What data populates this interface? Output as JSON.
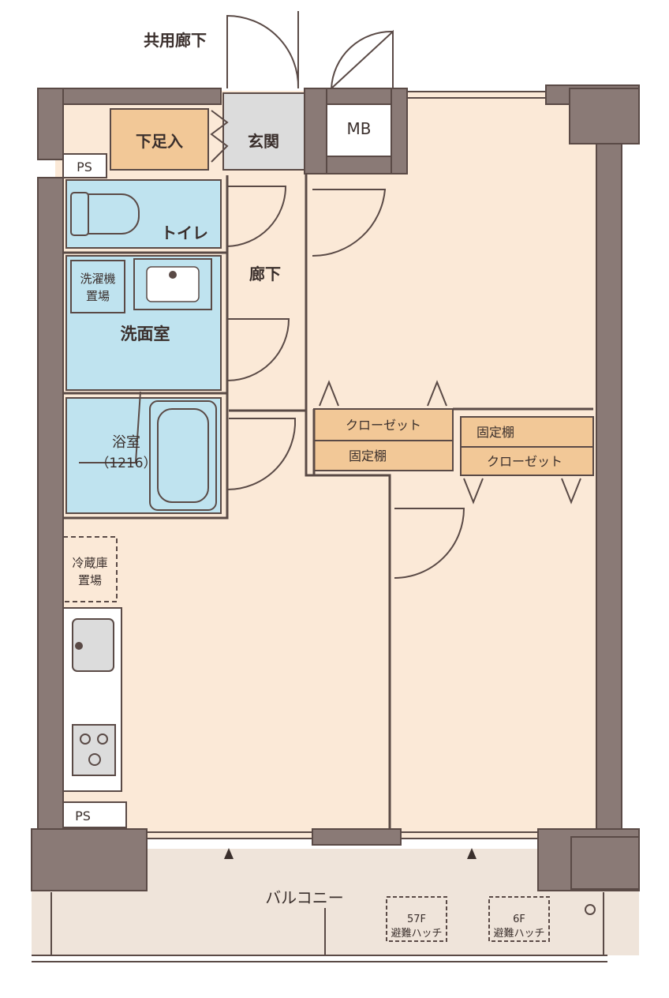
{
  "labels": {
    "common_corridor": "共用廊下",
    "shoe_closet": "下足入",
    "entrance": "玄関",
    "mb": "MB",
    "ps_top": "PS",
    "ps_bottom": "PS",
    "toilet": "トイレ",
    "corridor": "廊下",
    "washer_line1": "洗濯機",
    "washer_line2": "置場",
    "washroom": "洗面室",
    "bath": "浴室",
    "bath_size": "（1216）",
    "fridge_line1": "冷蔵庫",
    "fridge_line2": "置場",
    "closet_left": "クローゼット",
    "shelf_left": "固定棚",
    "shelf_right": "固定棚",
    "closet_right": "クローゼット",
    "balcony": "バルコニー",
    "hatch1_floor": "57F",
    "hatch1_label": "避難ハッチ",
    "hatch2_floor": "6F",
    "hatch2_label": "避難ハッチ"
  },
  "colors": {
    "wall": "#8a7a76",
    "wall_stroke": "#5a4a46",
    "room": "#fbe9d7",
    "wet_area": "#bfe3ef",
    "storage": "#f2c897",
    "entrance": "#dcdcdc",
    "balcony": "#efe4da",
    "line": "#5a4a46"
  }
}
